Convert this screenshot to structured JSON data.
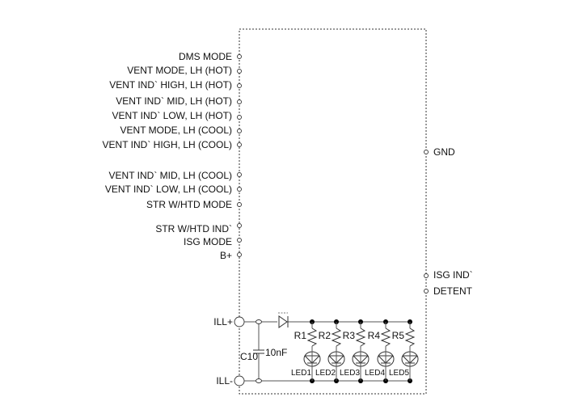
{
  "diagram": {
    "left_pins": [
      {
        "label": "DMS MODE"
      },
      {
        "label": "VENT MODE, LH (HOT)"
      },
      {
        "label": "VENT IND` HIGH, LH (HOT)"
      },
      {
        "label": "VENT IND` MID, LH (HOT)"
      },
      {
        "label": "VENT IND` LOW, LH (HOT)"
      },
      {
        "label": "VENT MODE, LH (COOL)"
      },
      {
        "label": "VENT IND` HIGH, LH (COOL)"
      },
      {
        "label": "VENT IND` MID, LH (COOL)"
      },
      {
        "label": "VENT IND` LOW, LH (COOL)"
      },
      {
        "label": "STR W/HTD MODE"
      },
      {
        "label": "STR W/HTD IND`"
      },
      {
        "label": "ISG MODE"
      },
      {
        "label": "B+"
      }
    ],
    "right_pins": [
      {
        "label": "GND"
      },
      {
        "label": "ISG IND`"
      },
      {
        "label": "DETENT"
      }
    ],
    "ill_plus": "ILL+",
    "ill_minus": "ILL-",
    "capacitor": {
      "ref": "C10",
      "value": "10nF"
    },
    "resistors": [
      "R1",
      "R2",
      "R3",
      "R4",
      "R5"
    ],
    "leds": [
      "LED1",
      "LED2",
      "LED3",
      "LED4",
      "LED5"
    ]
  }
}
